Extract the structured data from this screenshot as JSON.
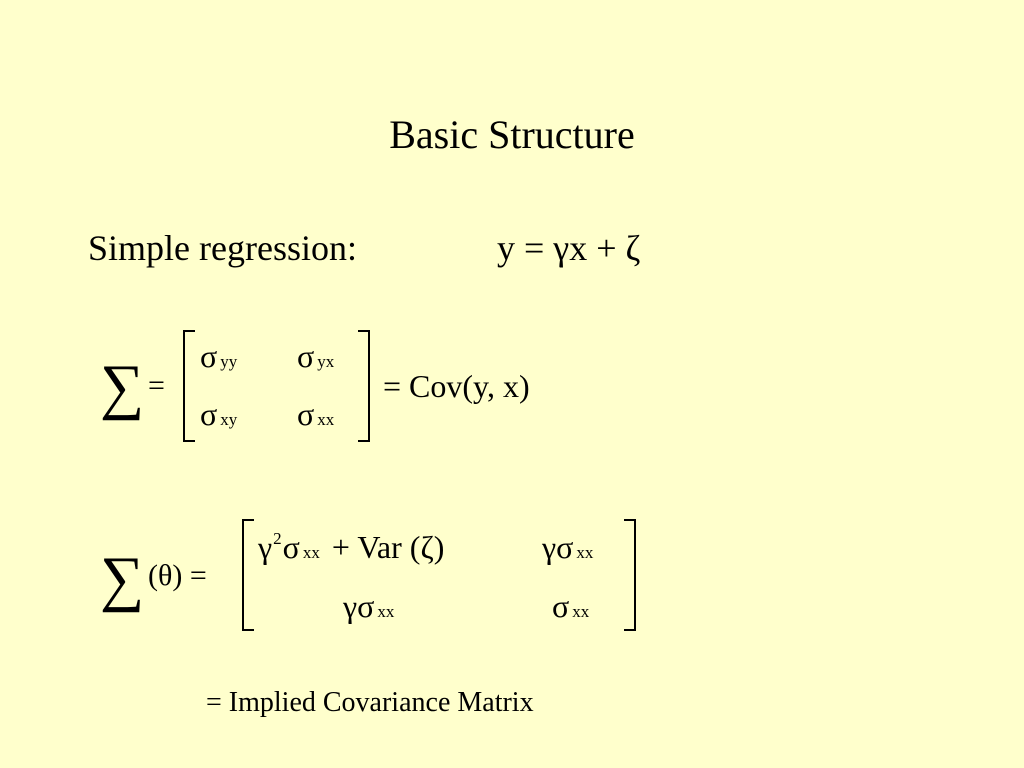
{
  "slide": {
    "title": "Basic Structure",
    "regression_label": "Simple regression:",
    "regression_eq": "y = γx + ζ"
  },
  "eq1": {
    "sum_symbol": "∑",
    "equals": "=",
    "sigma": "σ",
    "sub_r1c1": "yy",
    "sub_r1c2": "yx",
    "sub_r2c1": "xy",
    "sub_r2c2": "xx",
    "rhs": "= Cov(y, x)"
  },
  "eq2": {
    "sum_symbol": "∑",
    "arg": "(θ) =",
    "gamma": "γ",
    "sigma": "σ",
    "exp": "2",
    "sub": "xx",
    "plus_var": "+ Var (ζ)",
    "gamma_sigma": "γσ"
  },
  "footer": {
    "text": "= Implied Covariance Matrix"
  }
}
